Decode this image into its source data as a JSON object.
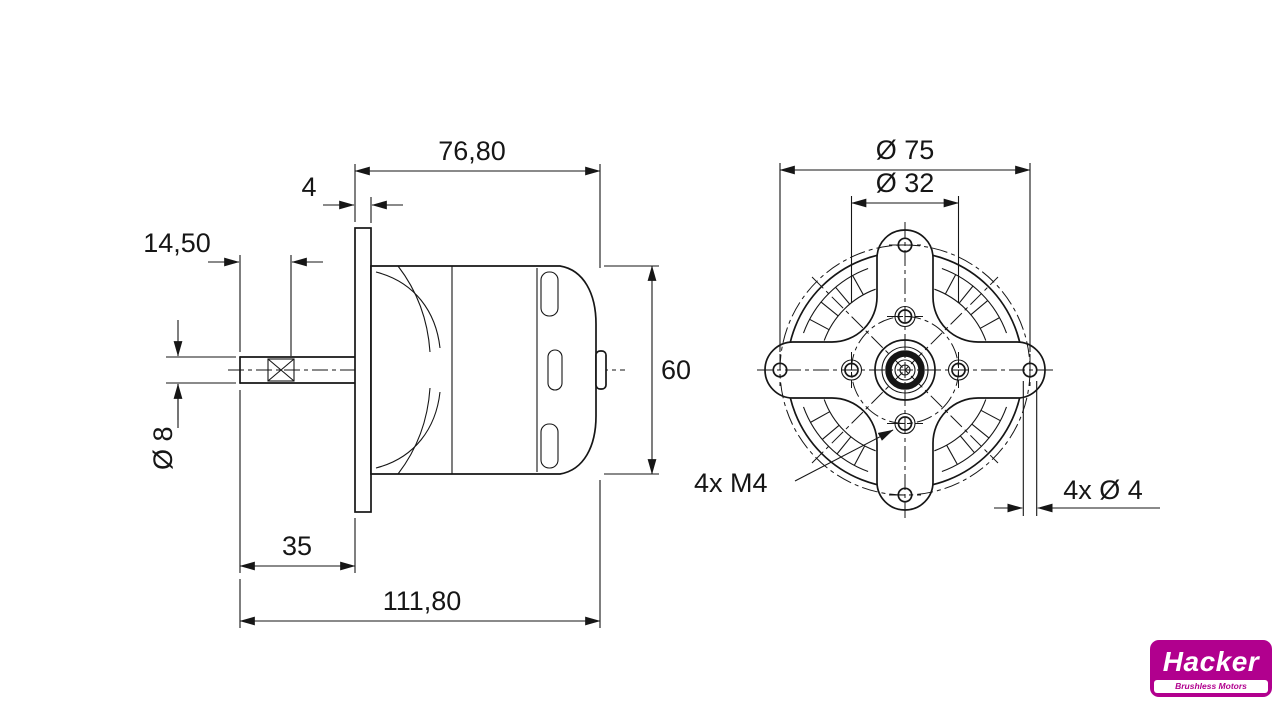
{
  "side_view": {
    "body_length": "76,80",
    "flange_thickness": "4",
    "shaft_front_to_flat": "14,50",
    "shaft_diameter": "Ø 8",
    "shaft_length": "35",
    "overall_length": "111,80",
    "body_diameter": "60"
  },
  "front_view": {
    "mount_hole_circle": "Ø 75",
    "bolt_circle": "Ø 32",
    "thread_holes": "4x M4",
    "through_holes": "4x  Ø 4"
  },
  "logo": {
    "brand": "Hacker",
    "tagline": "Brushless Motors",
    "color": "#b1008e"
  }
}
